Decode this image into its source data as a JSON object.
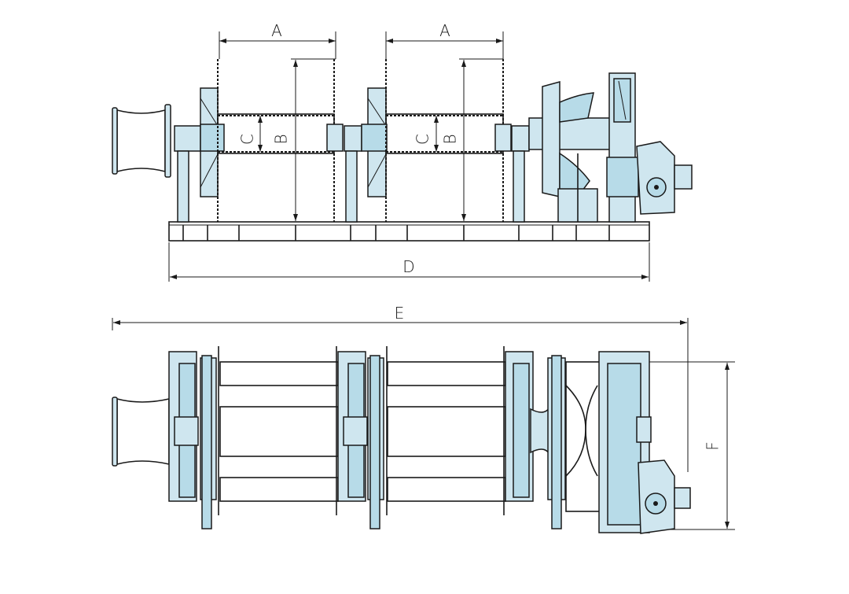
{
  "dimensions": {
    "drum1_length": "A",
    "drum2_length": "A",
    "drum1_flange_diameter": "B",
    "drum2_flange_diameter": "B",
    "drum1_barrel_diameter": "C",
    "drum2_barrel_diameter": "C",
    "base_length": "D",
    "overall_length": "E",
    "overall_width": "F"
  },
  "colors": {
    "fill": "#cfe6ef",
    "fill_dark": "#b7dbe8",
    "line": "#1a1a1a"
  }
}
